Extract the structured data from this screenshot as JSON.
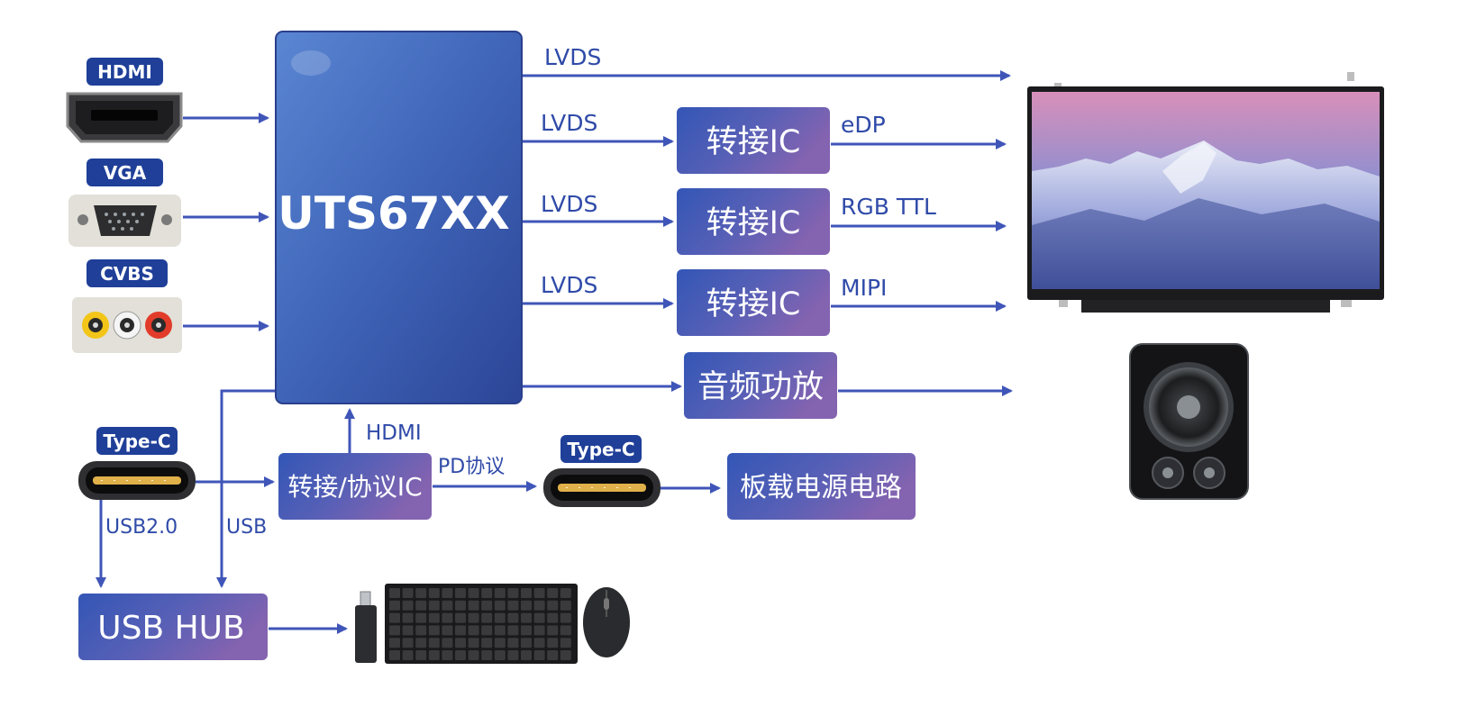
{
  "chip": {
    "name": "UTS67XX"
  },
  "inputs": {
    "hdmi": "HDMI",
    "vga": "VGA",
    "cvbs": "CVBS",
    "typec": "Type-C"
  },
  "outputs": {
    "lvds1": "LVDS",
    "lvds2": "LVDS",
    "lvds3": "LVDS",
    "lvds4": "LVDS",
    "edp": "eDP",
    "rgb": "RGB TTL",
    "mipi": "MIPI"
  },
  "blocks": {
    "bridge1": "转接IC",
    "bridge2": "转接IC",
    "bridge3": "转接IC",
    "audio_amp": "音频功放",
    "protocol_ic": "转接/协议IC",
    "power": "板载电源电路",
    "usb_hub": "USB HUB",
    "typec_out": "Type-C"
  },
  "links": {
    "hdmi_up": "HDMI",
    "pd": "PD协议",
    "usb20": "USB2.0",
    "usb": "USB"
  },
  "colors": {
    "arrow": "#3f55b8",
    "label": "#2f4aa8",
    "chip_light": "#4f7ccd",
    "chip_dark": "#2e4aa0",
    "block_left": "#3657b6",
    "block_right": "#7b5fb0",
    "tag": "#1f3f98"
  }
}
